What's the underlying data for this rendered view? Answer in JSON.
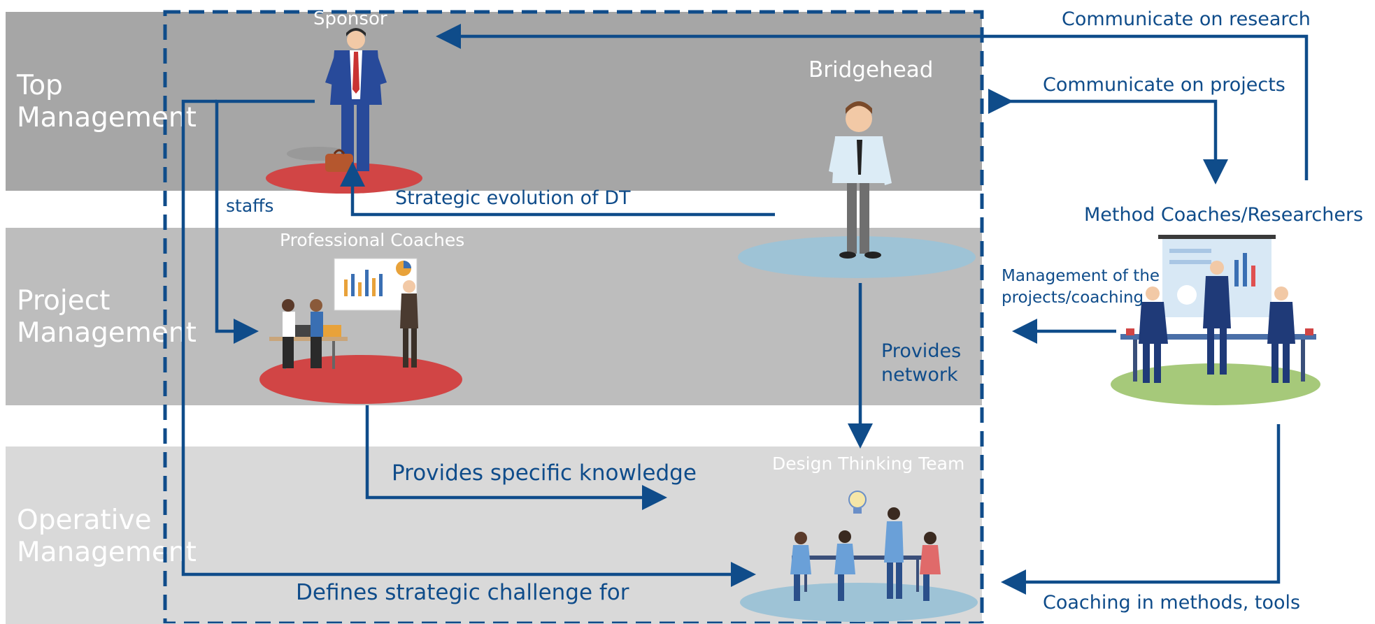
{
  "levels": {
    "top": "Top\nManagement",
    "project": "Project\nManagement",
    "operative": "Operative\nManagement"
  },
  "roles": {
    "sponsor": "Sponsor",
    "bridgehead": "Bridgehead",
    "professional_coaches": "Professional Coaches",
    "design_thinking_team": "Design Thinking Team",
    "method_coaches": "Method Coaches/Researchers"
  },
  "relations": {
    "communicate_research": "Communicate on research",
    "communicate_projects": "Communicate on projects",
    "management": "Management of the\nprojects/coaching",
    "coaching": "Coaching in methods, tools",
    "strategic_evolution": "Strategic evolution of DT",
    "staffs": "staffs",
    "provides_network": "Provides\nnetwork",
    "provides_knowledge": "Provides specific knowledge",
    "defines_challenge": "Defines strategic challenge for"
  },
  "colors": {
    "arrow": "#0f4c8a",
    "band_top": "#a6a6a6",
    "band_project": "#bdbdbd",
    "band_operative": "#d9d9d9",
    "platform_red": "#d14545",
    "platform_blue": "#9ec3d6",
    "platform_green": "#a6c97a"
  }
}
